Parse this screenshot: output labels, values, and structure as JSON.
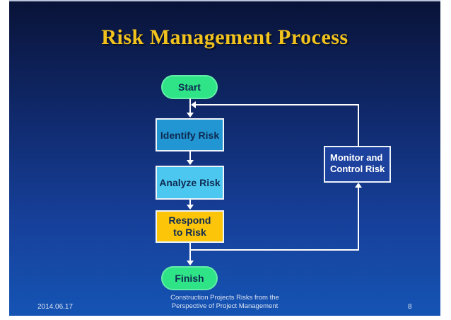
{
  "slide": {
    "title": "Risk Management Process",
    "flowchart": {
      "start_label": "Start",
      "identify_label": "Identify Risk",
      "analyze_label": "Analyze Risk",
      "respond_label_line1": "Respond",
      "respond_label_line2": "to Risk",
      "finish_label": "Finish",
      "monitor_label_line1": "Monitor and",
      "monitor_label_line2": "Control Risk"
    },
    "footer": {
      "date": "2014.06.17",
      "caption_line1": "Construction Projects Risks from the",
      "caption_line2": "Perspective of Project Management",
      "page_number": "8"
    },
    "colors": {
      "title_text": "#f2c21d",
      "background_top": "#091338",
      "background_bottom": "#1554b4",
      "start_finish_fill": "#2ee487",
      "identify_fill": "#2296d2",
      "analyze_fill": "#4cc8f0",
      "respond_fill": "#fcc50a",
      "monitor_fill": "#1d429e",
      "node_text_dark": "#0e2a52",
      "monitor_text": "#ffffff",
      "connector": "#ffffff",
      "footer_text": "#dce3f2"
    }
  }
}
